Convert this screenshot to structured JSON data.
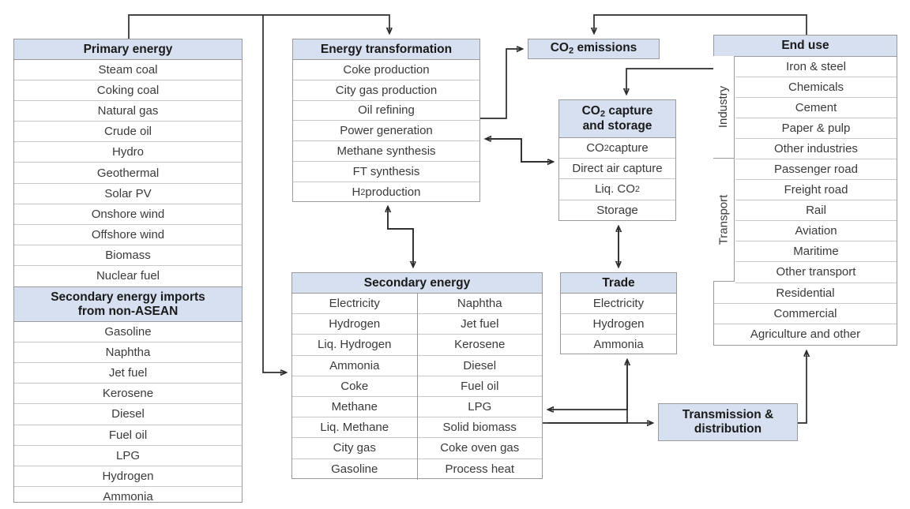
{
  "diagram": {
    "title": "Energy system flow diagram",
    "colors": {
      "header_fill": "#d6e0f0",
      "border": "#9a9a9a",
      "arrow": "#2b2b2b",
      "text": "#3a3a3a"
    }
  },
  "primary_energy": {
    "header": "Primary energy",
    "items": [
      "Steam coal",
      "Coking coal",
      "Natural gas",
      "Crude oil",
      "Hydro",
      "Geothermal",
      "Solar PV",
      "Onshore wind",
      "Offshore wind",
      "Biomass",
      "Nuclear fuel"
    ],
    "subheader": "Secondary energy imports from non-ASEAN",
    "subheader_line1": "Secondary energy imports",
    "subheader_line2": "from non-ASEAN",
    "sub_items": [
      "Gasoline",
      "Naphtha",
      "Jet fuel",
      "Kerosene",
      "Diesel",
      "Fuel oil",
      "LPG",
      "Hydrogen",
      "Ammonia"
    ]
  },
  "energy_transformation": {
    "header": "Energy transformation",
    "items": [
      "Coke production",
      "City gas production",
      "Oil refining",
      "Power generation",
      "Methane synthesis",
      "FT synthesis",
      "H2 production"
    ],
    "h2_prefix": "H",
    "h2_sub": "2",
    "h2_suffix": " production"
  },
  "co2_emissions": {
    "label": "CO2 emissions",
    "prefix": "CO",
    "sub": "2",
    "suffix": " emissions"
  },
  "ccs": {
    "header_line1": "CO2 capture",
    "header_line2": "and storage",
    "header_prefix": "CO",
    "header_sub": "2",
    "header_suffix": " capture",
    "items": [
      "CO2 capture",
      "Direct air capture",
      "Liq. CO2",
      "Storage"
    ],
    "item0_prefix": "CO",
    "item0_sub": "2",
    "item0_suffix": " capture",
    "item2_prefix": "Liq. CO",
    "item2_sub": "2",
    "item2_suffix": ""
  },
  "end_use": {
    "header": "End use",
    "group_industry": "Industry",
    "group_transport": "Transport",
    "industry_items": [
      "Iron & steel",
      "Chemicals",
      "Cement",
      "Paper & pulp",
      "Other industries"
    ],
    "transport_items": [
      "Passenger road",
      "Freight road",
      "Rail",
      "Aviation",
      "Maritime",
      "Other transport"
    ],
    "other_items": [
      "Residential",
      "Commercial",
      "Agriculture and other"
    ]
  },
  "secondary_energy": {
    "header": "Secondary energy",
    "left_items": [
      "Electricity",
      "Hydrogen",
      "Liq. Hydrogen",
      "Ammonia",
      "Coke",
      "Methane",
      "Liq. Methane",
      "City gas",
      "Gasoline"
    ],
    "right_items": [
      "Naphtha",
      "Jet fuel",
      "Kerosene",
      "Diesel",
      "Fuel oil",
      "LPG",
      "Solid biomass",
      "Coke oven gas",
      "Process heat"
    ]
  },
  "trade": {
    "header": "Trade",
    "items": [
      "Electricity",
      "Hydrogen",
      "Ammonia"
    ]
  },
  "transmission": {
    "label": "Transmission & distribution",
    "line1": "Transmission &",
    "line2": "distribution"
  }
}
